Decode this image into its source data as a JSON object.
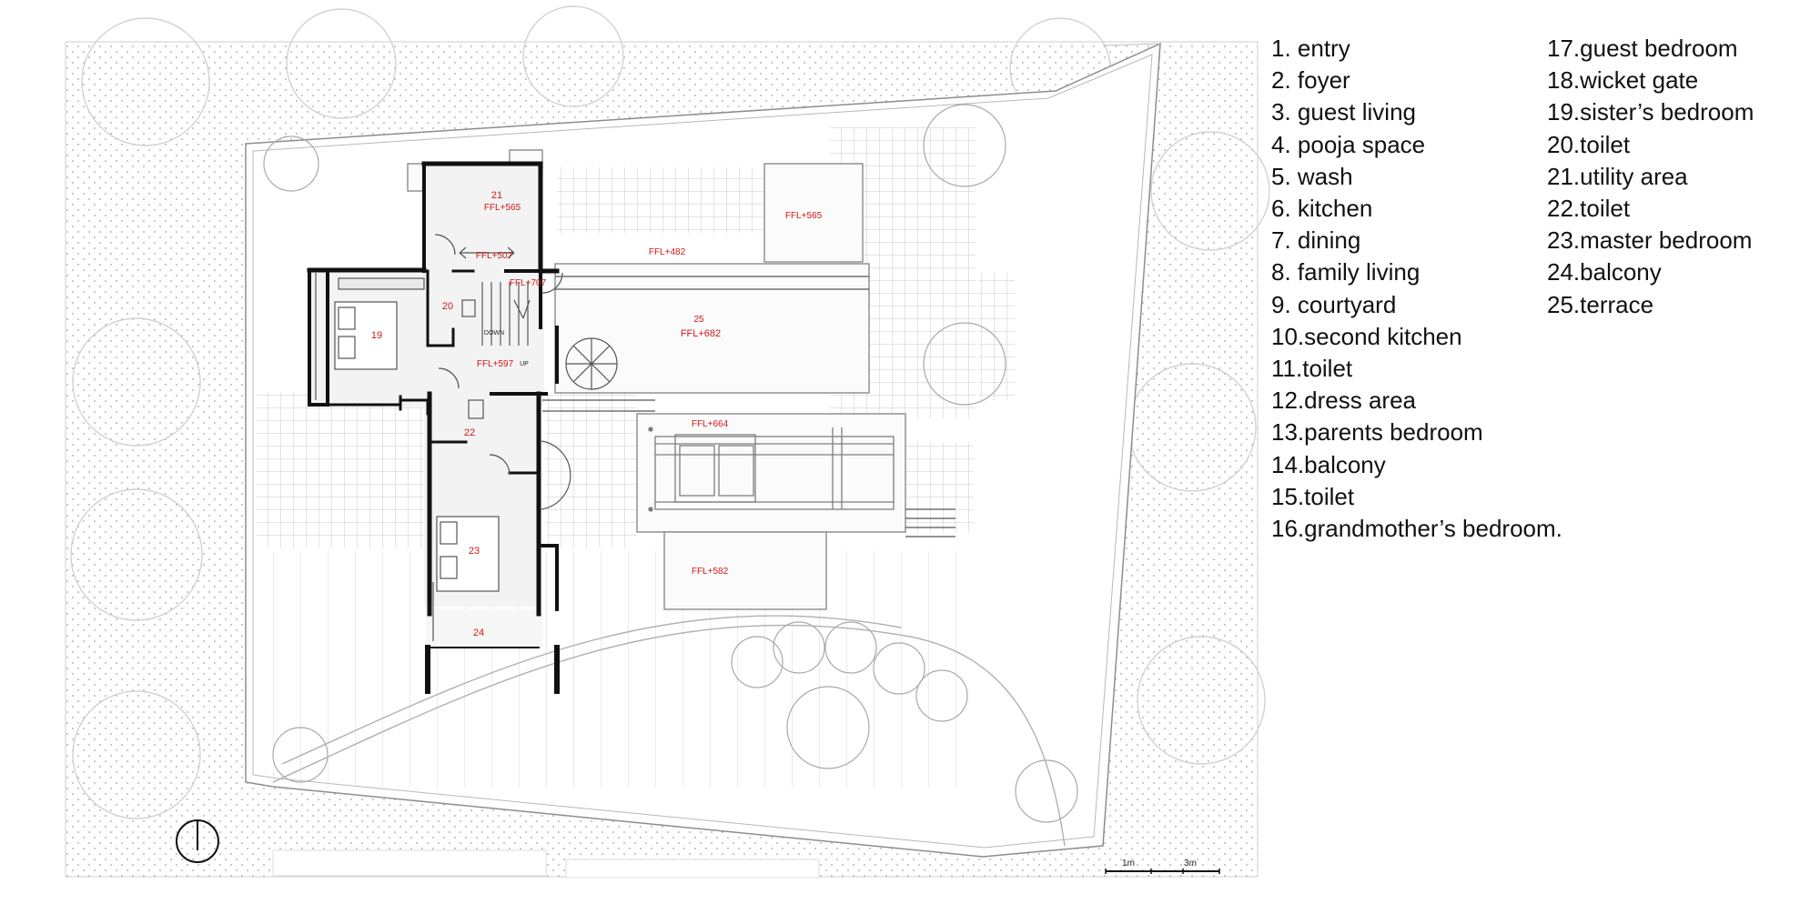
{
  "legend": {
    "left": [
      "1.  entry",
      "2.  foyer",
      "3.  guest living",
      "4.  pooja space",
      "5.  wash",
      "6.  kitchen",
      "7.  dining",
      "8.  family living",
      "9.  courtyard",
      "10.second kitchen",
      "11.toilet",
      "12.dress area",
      "13.parents bedroom",
      "14.balcony",
      "15.toilet",
      "16.grandmother’s bedroom."
    ],
    "right": [
      "17.guest bedroom",
      "18.wicket gate",
      "19.sister’s bedroom",
      "20.toilet",
      "21.utility area",
      "22.toilet",
      "23.master bedroom",
      "24.balcony",
      "25.terrace"
    ]
  },
  "plan": {
    "room_21": "21",
    "level_21": "FFL+565",
    "level_right_565": "FFL+565",
    "level_507": "FFL+507",
    "level_482": "FFL+482",
    "level_707": "FFL+707",
    "room_20": "20",
    "room_19": "19",
    "room_25": "25",
    "level_682": "FFL+682",
    "down_label": "DOWN",
    "up_label": "UP",
    "level_597": "FFL+597",
    "room_22": "22",
    "level_664": "FFL+664",
    "room_23": "23",
    "level_582": "FFL+582",
    "room_24": "24"
  },
  "scale_bar": {
    "label_1m": "1m",
    "label_3m": "3m"
  },
  "colors": {
    "label_red": "#d01818",
    "wall": "#111111",
    "thin_line": "#9a9a9a"
  }
}
